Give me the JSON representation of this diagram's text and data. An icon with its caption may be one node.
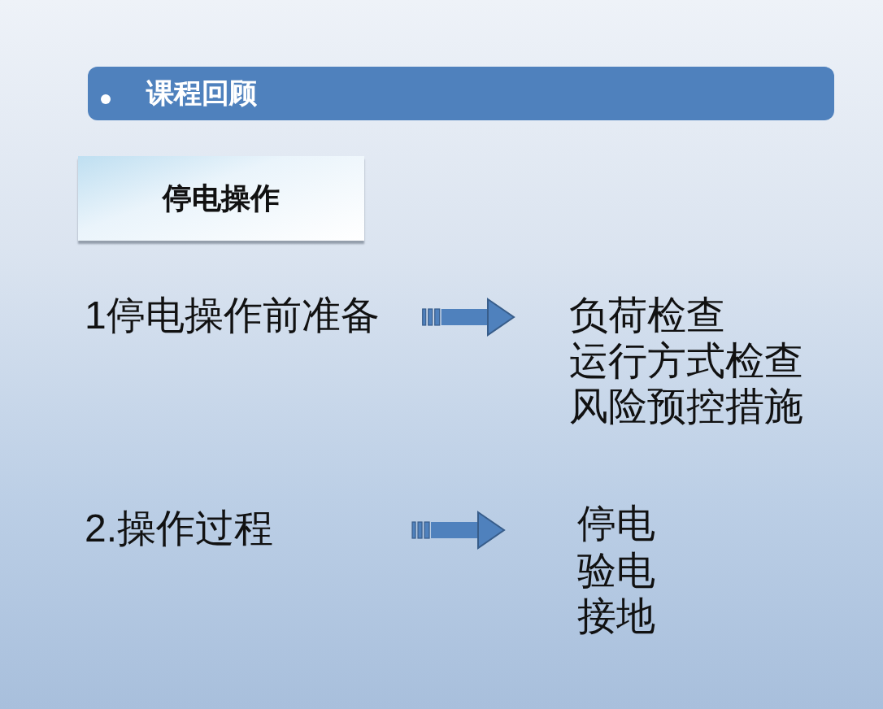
{
  "diagram": {
    "title": "课程回顾",
    "nodes": [
      {
        "text": [
          "停电操作"
        ]
      },
      {
        "text": [
          "1停电操作前准备"
        ]
      },
      {
        "text": [
          "负荷检查",
          "运行方式检查",
          "风险预控措施"
        ]
      },
      {
        "text": [
          "2.操作过程"
        ]
      },
      {
        "text": [
          "停电",
          "验电",
          "接地"
        ]
      }
    ],
    "edges": [
      {
        "from": 1,
        "to": 2,
        "arrow": "to"
      },
      {
        "from": 3,
        "to": 4,
        "arrow": "to"
      }
    ]
  }
}
